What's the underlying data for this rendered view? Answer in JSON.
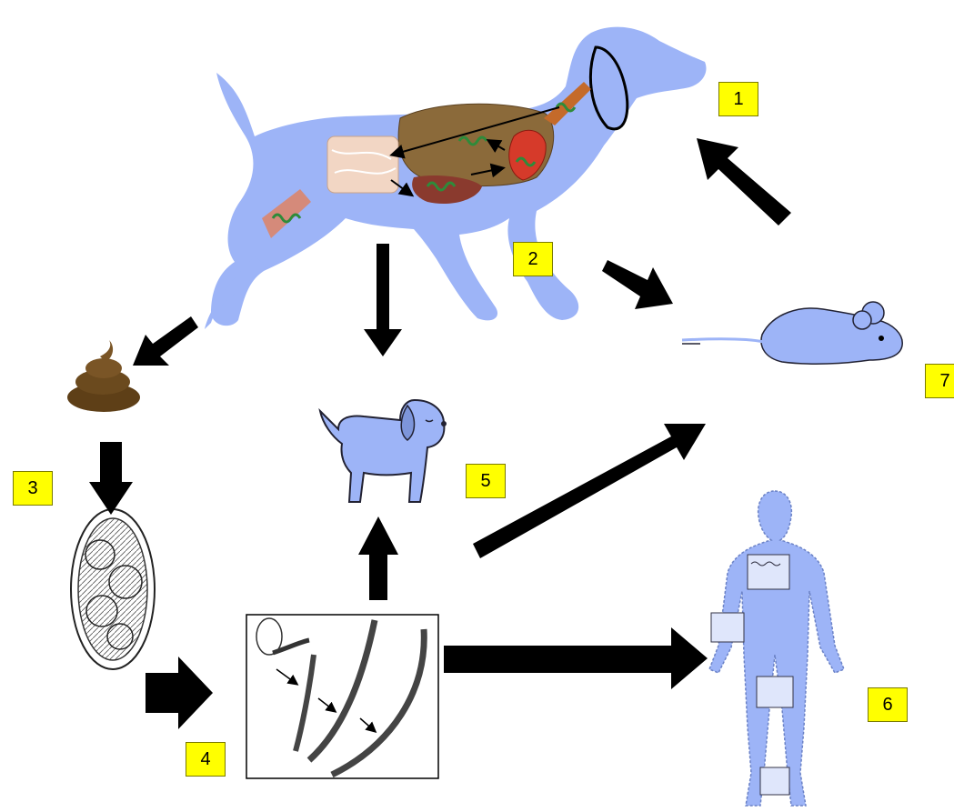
{
  "colors": {
    "host_blue": "#9db4f7",
    "arrow": "#000000",
    "label_bg": "#ffff00",
    "organ_brown": "#8b6a3a",
    "liver_red": "#8a3a2e",
    "heart_red": "#d63a2a",
    "larva_green": "#2e8b3a",
    "feces_brown": "#6b4a1e"
  },
  "icons": [
    "adult-dog-host",
    "feces-pile",
    "embryonated-egg",
    "larvae-micrograph",
    "puppy",
    "mouse-paratenic-host",
    "human-silhouette"
  ],
  "steps": [
    {
      "label": "1"
    },
    {
      "label": "2"
    },
    {
      "label": "3"
    },
    {
      "label": "4"
    },
    {
      "label": "5"
    },
    {
      "label": "6"
    },
    {
      "label": "7"
    }
  ]
}
